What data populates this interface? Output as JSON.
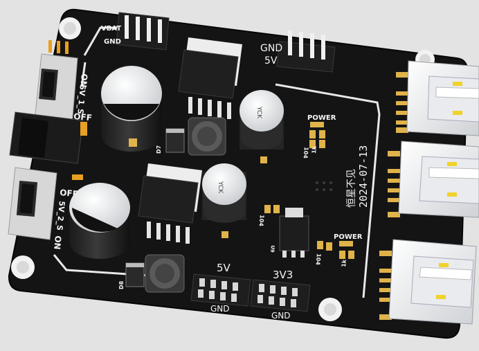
{
  "board": {
    "date": "2024-07-13",
    "chinese_name": "恒星不见"
  },
  "silkscreen": {
    "vbat": "VBAT",
    "gnd_top_left": "GND",
    "gnd_top": "GND",
    "v5_top": "5V",
    "on_top_switch": "ON",
    "switch_top_name": "5V_1_S",
    "off_top_switch": "OFF",
    "off_bottom_switch": "OFF",
    "switch_bottom_name": "5V_2_S",
    "on_bottom_switch": "ON",
    "power_top": "POWER",
    "power_bottom": "POWER",
    "res_104_top": "104",
    "res_1k_top": "1k",
    "res_104_mid": "104",
    "res_104_bottom": "104",
    "res_1k_bottom": "1k",
    "d7": "D7",
    "d8": "D8",
    "u9": "U9",
    "header_5v_label": "5V",
    "header_5v_gnd": "GND",
    "header_3v3_label": "3V3",
    "header_3v3_gnd": "GND"
  },
  "components": {
    "cap_top_marking": "YCK",
    "cap_mid_marking": "YCK"
  }
}
